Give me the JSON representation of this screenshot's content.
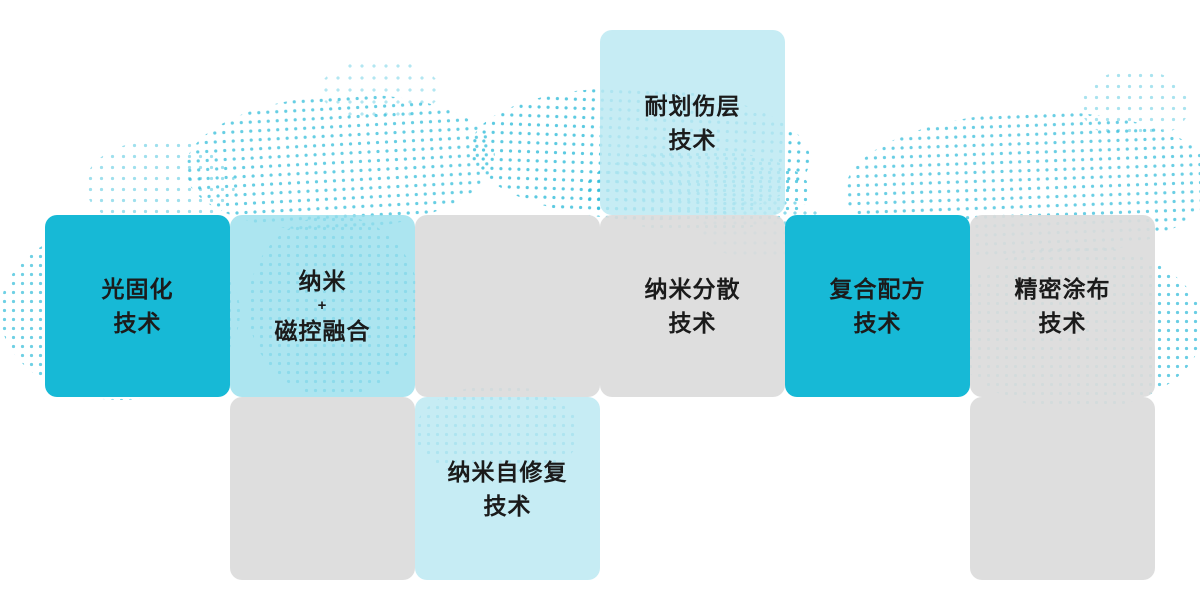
{
  "diagram": {
    "boxes": [
      {
        "name": "scratch-resistant-layer",
        "line1": "耐划伤层",
        "line2": "技术",
        "variant": "pale-cyan"
      },
      {
        "name": "light-curing",
        "line1": "光固化",
        "line2": "技术",
        "variant": "solid-cyan"
      },
      {
        "name": "nano-magnetron-fusion",
        "line1": "纳米",
        "line2": "+",
        "line3": "磁控融合",
        "variant": "light-cyan"
      },
      {
        "name": "empty-middle",
        "variant": "gray"
      },
      {
        "name": "nano-dispersion",
        "line1": "纳米分散",
        "line2": "技术",
        "variant": "gray"
      },
      {
        "name": "composite-formula",
        "line1": "复合配方",
        "line2": "技术",
        "variant": "solid-cyan"
      },
      {
        "name": "precision-coating",
        "line1": "精密涂布",
        "line2": "技术",
        "variant": "gray"
      },
      {
        "name": "empty-bottom-left",
        "variant": "gray"
      },
      {
        "name": "nano-self-healing",
        "line1": "纳米自修复",
        "line2": "技术",
        "variant": "pale-cyan"
      },
      {
        "name": "empty-bottom-right",
        "variant": "gray"
      }
    ],
    "colors": {
      "solid_cyan": "#17b9d6",
      "light_cyan": "#97deec",
      "pale_cyan": "#bce9f2",
      "gray": "#dbdbdb",
      "text": "#1b1b1b",
      "dots": "#2bbad8",
      "background": "#ffffff"
    }
  }
}
